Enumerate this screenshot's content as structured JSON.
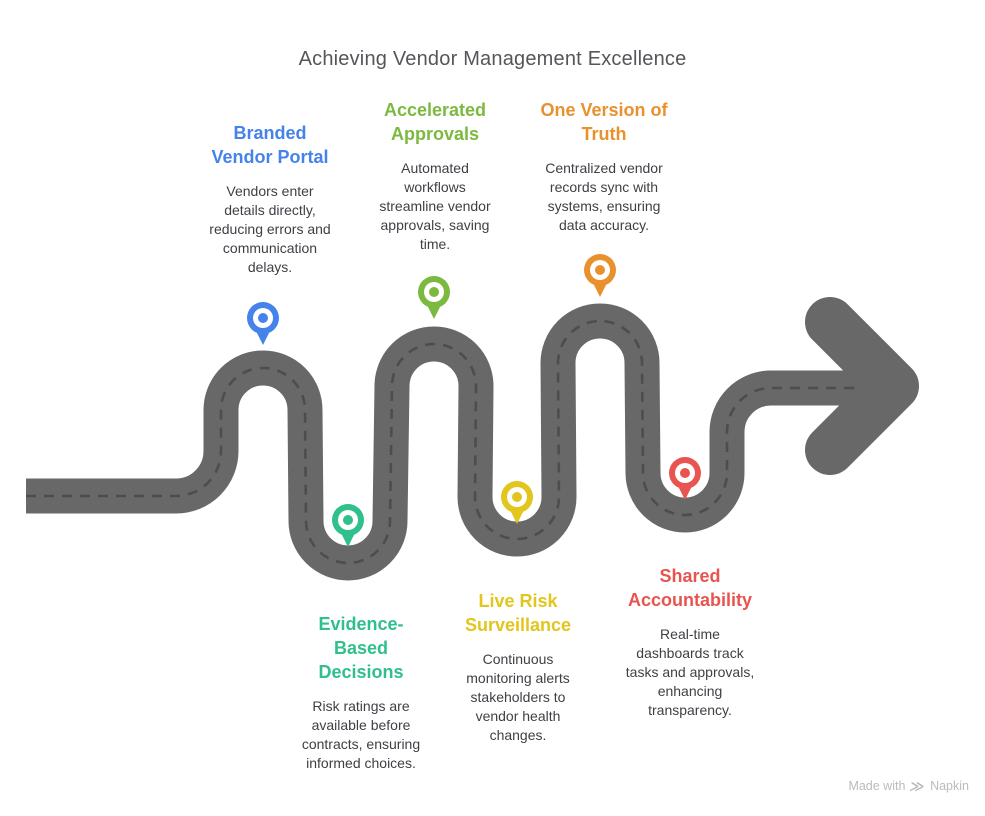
{
  "title": {
    "text": "Achieving Vendor Management Excellence",
    "color": "#55565A"
  },
  "road": {
    "color": "#686868",
    "dash_color": "#4D4D4D"
  },
  "text_color": "#3F4046",
  "milestones": [
    {
      "id": "branded-vendor-portal",
      "title": "Branded\nVendor Portal",
      "desc": "Vendors enter\ndetails directly,\nreducing errors and\ncommunication\ndelays.",
      "color": "#4583EA"
    },
    {
      "id": "evidence-based-decisions",
      "title": "Evidence-\nBased\nDecisions",
      "desc": "Risk ratings are\navailable before\ncontracts, ensuring\ninformed choices.",
      "color": "#30C08C"
    },
    {
      "id": "accelerated-approvals",
      "title": "Accelerated\nApprovals",
      "desc": "Automated\nworkflows\nstreamline vendor\napprovals, saving\ntime.",
      "color": "#7CB93F"
    },
    {
      "id": "live-risk-surveillance",
      "title": "Live Risk\nSurveillance",
      "desc": "Continuous\nmonitoring alerts\nstakeholders to\nvendor health\nchanges.",
      "color": "#E2C51D"
    },
    {
      "id": "one-version-of-truth",
      "title": "One Version of\nTruth",
      "desc": "Centralized vendor\nrecords sync with\nsystems, ensuring\ndata accuracy.",
      "color": "#E8912D"
    },
    {
      "id": "shared-accountability",
      "title": "Shared\nAccountability",
      "desc": "Real-time\ndashboards track\ntasks and approvals,\nenhancing\ntransparency.",
      "color": "#E85450"
    }
  ],
  "footer": {
    "made_with": "Made with",
    "brand": "Napkin",
    "color": "#BBBBBB"
  }
}
